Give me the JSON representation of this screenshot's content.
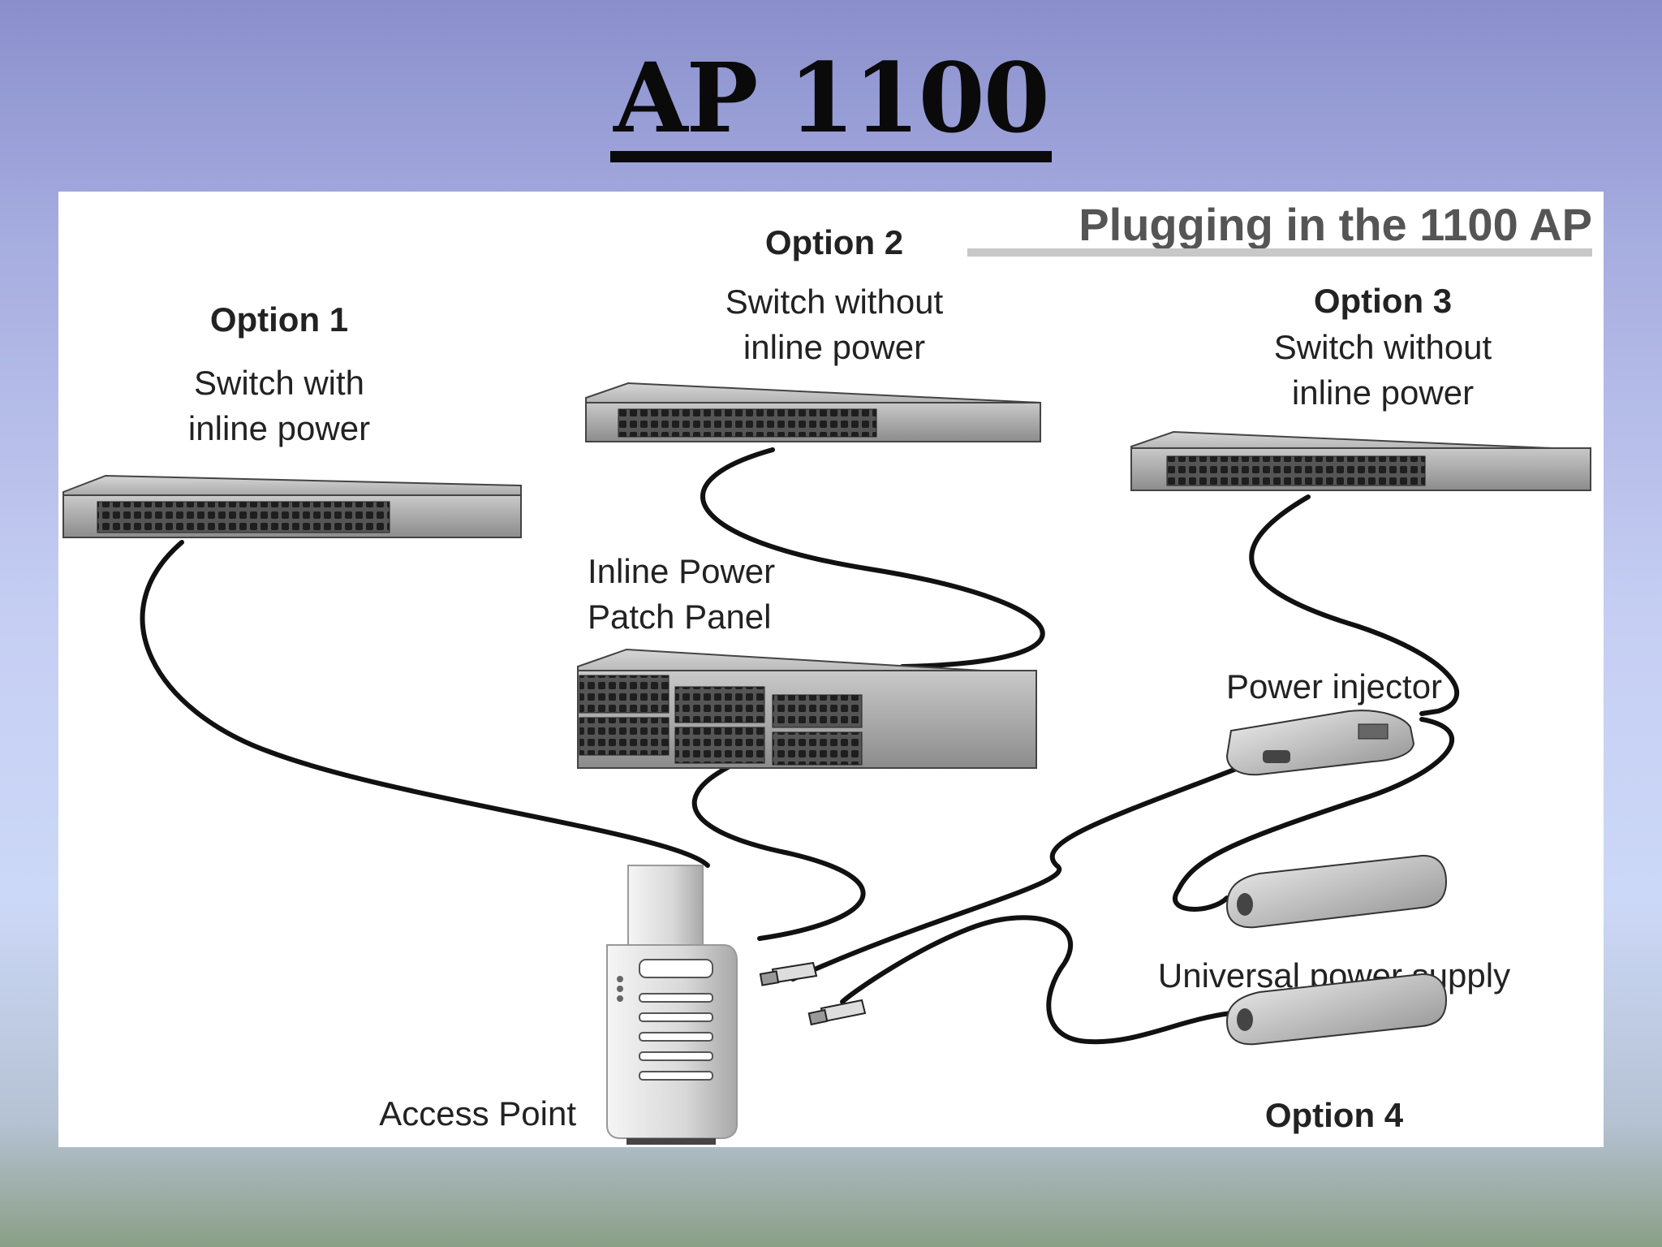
{
  "slide": {
    "title": "AP 1100"
  },
  "diagram": {
    "title": "Plugging in the 1100 AP",
    "options": [
      {
        "name": "Option 1",
        "desc_line1": "Switch with",
        "desc_line2": "inline power"
      },
      {
        "name": "Option 2",
        "desc_line1": "Switch without",
        "desc_line2": "inline power"
      },
      {
        "name": "Option 3",
        "desc_line1": "Switch without",
        "desc_line2": "inline power"
      },
      {
        "name": "Option 4"
      }
    ],
    "patch_panel": {
      "line1": "Inline Power",
      "line2": "Patch Panel"
    },
    "power_injector": "Power injector",
    "universal_power_supply": "Universal power supply",
    "access_point": "Access Point"
  },
  "colors": {
    "background_top": "#8a8fcc",
    "background_bottom": "#8a9f86",
    "title": "#0a0a0a",
    "cable": "#111111",
    "device": "#b5b5b5"
  }
}
